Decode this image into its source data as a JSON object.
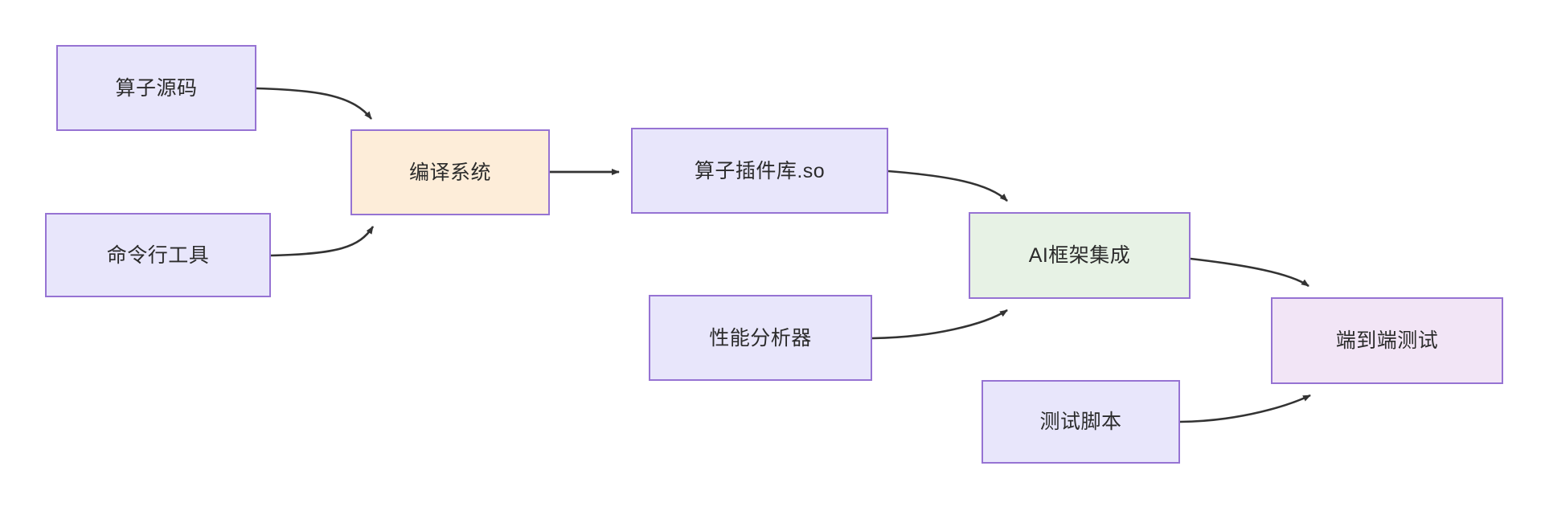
{
  "diagram": {
    "type": "flowchart",
    "direction": "left-to-right",
    "background_color": "#ffffff",
    "edge_color": "#333333",
    "default_border_color": "#9673d3",
    "nodes": [
      {
        "id": "source",
        "label": "算子源码",
        "fill": "#e8e6fb",
        "border": "#9673d3"
      },
      {
        "id": "cli",
        "label": "命令行工具",
        "fill": "#e8e6fb",
        "border": "#9673d3"
      },
      {
        "id": "compile",
        "label": "编译系统",
        "fill": "#fdedd9",
        "border": "#9673d3"
      },
      {
        "id": "plugin",
        "label": "算子插件库.so",
        "fill": "#e8e6fb",
        "border": "#9673d3"
      },
      {
        "id": "ai",
        "label": "AI框架集成",
        "fill": "#e7f2e5",
        "border": "#9673d3"
      },
      {
        "id": "profiler",
        "label": "性能分析器",
        "fill": "#e8e6fb",
        "border": "#9673d3"
      },
      {
        "id": "e2e",
        "label": "端到端测试",
        "fill": "#f2e5f6",
        "border": "#9673d3"
      },
      {
        "id": "script",
        "label": "测试脚本",
        "fill": "#e8e6fb",
        "border": "#9673d3"
      }
    ],
    "edges": [
      {
        "from": "source",
        "to": "compile",
        "style": "curved",
        "arrow": "end"
      },
      {
        "from": "cli",
        "to": "compile",
        "style": "curved",
        "arrow": "end"
      },
      {
        "from": "compile",
        "to": "plugin",
        "style": "straight",
        "arrow": "end"
      },
      {
        "from": "plugin",
        "to": "ai",
        "style": "curved",
        "arrow": "end"
      },
      {
        "from": "profiler",
        "to": "ai",
        "style": "curved",
        "arrow": "end"
      },
      {
        "from": "ai",
        "to": "e2e",
        "style": "curved",
        "arrow": "end"
      },
      {
        "from": "script",
        "to": "e2e",
        "style": "curved",
        "arrow": "end"
      }
    ]
  }
}
